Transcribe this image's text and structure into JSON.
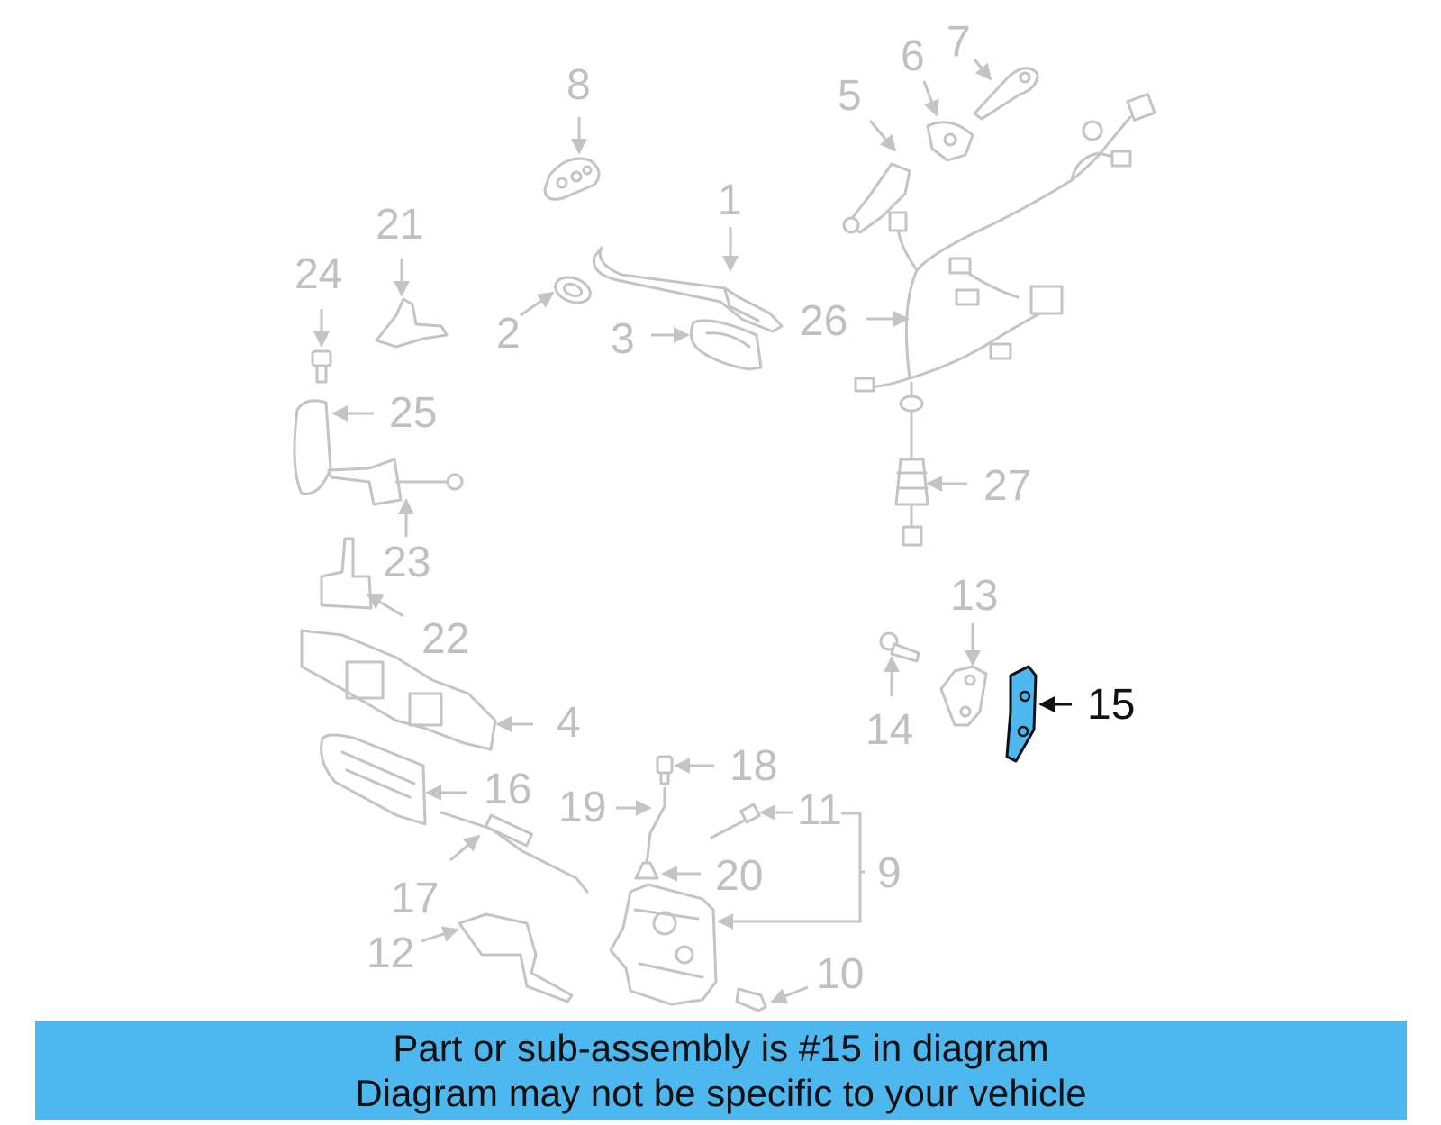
{
  "diagram": {
    "highlight_color": "#4db8f0",
    "highlighted_part": "15",
    "callouts": [
      "1",
      "2",
      "3",
      "4",
      "5",
      "6",
      "7",
      "8",
      "9",
      "10",
      "11",
      "12",
      "13",
      "14",
      "15",
      "16",
      "17",
      "18",
      "19",
      "20",
      "21",
      "22",
      "23",
      "24",
      "25",
      "26",
      "27"
    ]
  },
  "banner": {
    "line1": "Part or sub-assembly is #15 in diagram",
    "line2": "Diagram may not be specific to your vehicle",
    "background": "#4db8f0"
  }
}
